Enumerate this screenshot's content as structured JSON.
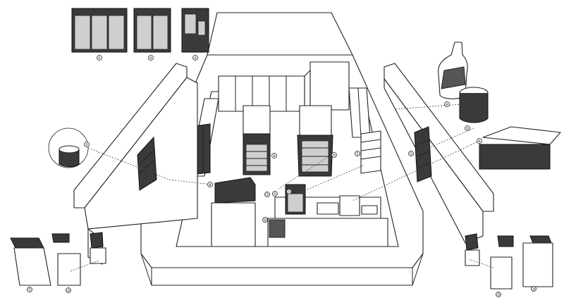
{
  "diagram": {
    "marker_labels": [
      "①",
      "②",
      "③",
      "④",
      "⑤",
      "⑥",
      "⑦",
      "⑧",
      "⑨",
      "⑩",
      "⑪",
      "⑫",
      "⑬",
      "⑭",
      "⑮",
      "⑯",
      "⑰",
      "⑱",
      "⑲",
      "⑳"
    ]
  }
}
